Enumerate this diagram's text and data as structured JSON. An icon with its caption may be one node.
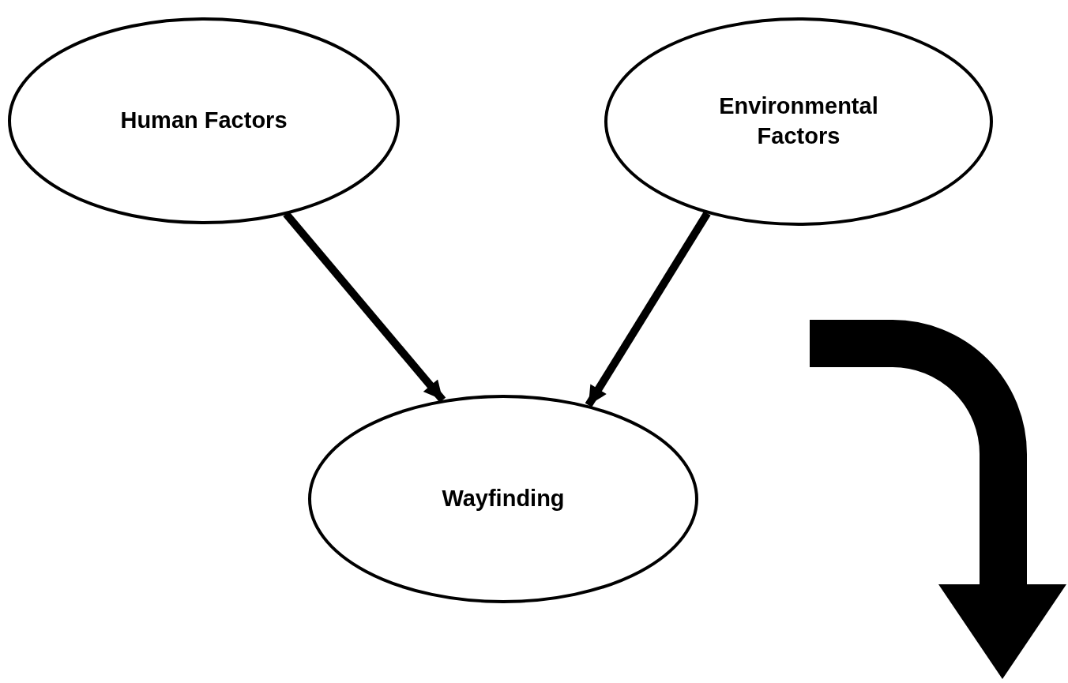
{
  "diagram": {
    "nodes": [
      {
        "text": [
          "Human Factors"
        ]
      },
      {
        "text": [
          "Environmental Factors"
        ]
      },
      {
        "text": [
          "Wayfinding"
        ]
      }
    ],
    "edges": [
      {
        "from": 0,
        "to": 2,
        "arrow": "to"
      },
      {
        "from": 1,
        "to": 2,
        "arrow": "to"
      }
    ]
  }
}
